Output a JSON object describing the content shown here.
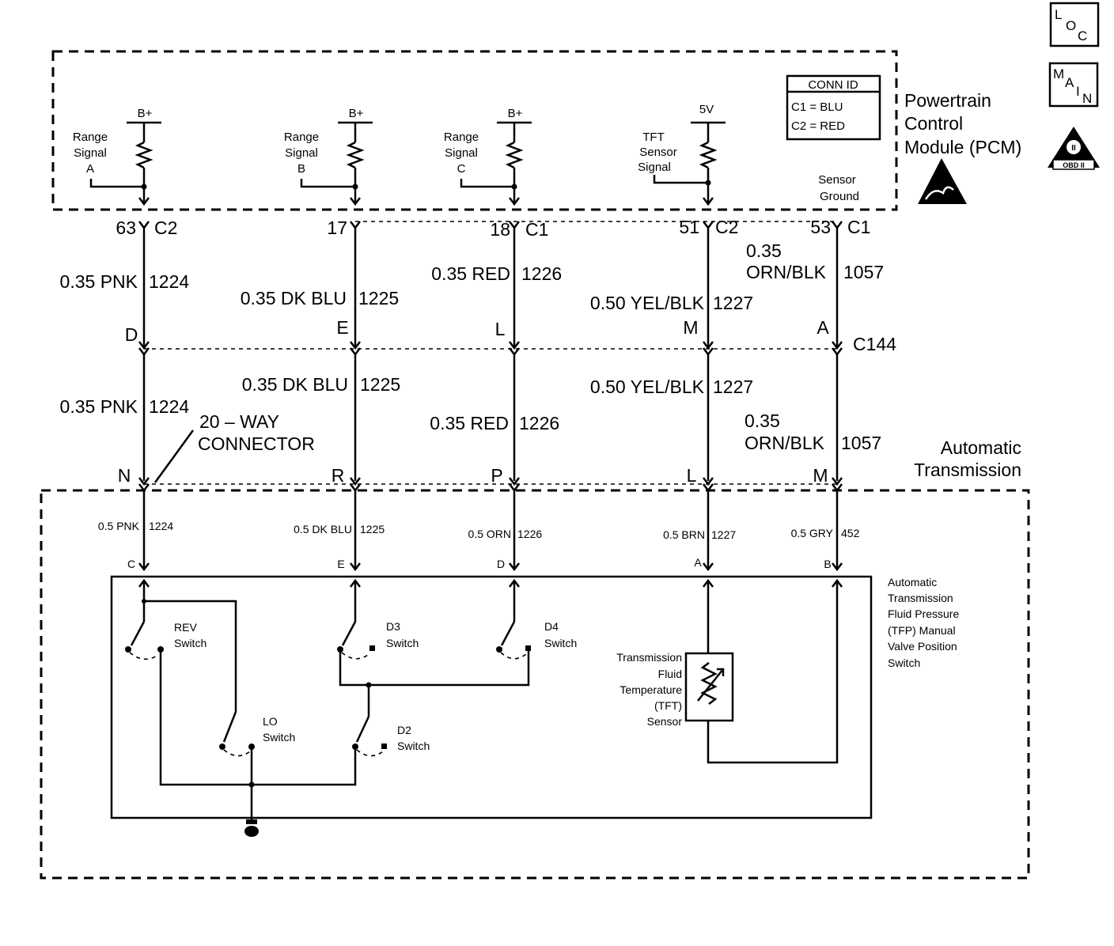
{
  "icons": {
    "loc": [
      "L",
      "O",
      "C"
    ],
    "main": [
      "M",
      "A",
      "I",
      "N"
    ],
    "obd": {
      "numeral": "II",
      "label": "OBD II"
    }
  },
  "pcm": {
    "title_lines": [
      "Powertrain",
      "Control",
      "Module (PCM)"
    ],
    "conn_id": {
      "header": "CONN ID",
      "rows": [
        "C1 = BLU",
        "C2 = RED"
      ]
    },
    "inputs": [
      {
        "supply": "B+",
        "label_lines": [
          "Range",
          "Signal",
          "A"
        ]
      },
      {
        "supply": "B+",
        "label_lines": [
          "Range",
          "Signal",
          "B"
        ]
      },
      {
        "supply": "B+",
        "label_lines": [
          "Range",
          "Signal",
          "C"
        ]
      },
      {
        "supply": "5V",
        "label_lines": [
          "TFT",
          "Sensor",
          "Signal"
        ]
      }
    ],
    "sensor_ground_lines": [
      "Sensor",
      "Ground"
    ]
  },
  "pcm_pins": [
    {
      "pin": "63",
      "conn": "C2"
    },
    {
      "pin": "17",
      "conn": ""
    },
    {
      "pin": "18",
      "conn": "C1"
    },
    {
      "pin": "51",
      "conn": "C2"
    },
    {
      "pin": "53",
      "conn": "C1"
    }
  ],
  "upper_wires": [
    {
      "gauge_color": "0.35 PNK",
      "circuit": "1224"
    },
    {
      "gauge_color": "0.35 DK BLU",
      "circuit": "1225"
    },
    {
      "gauge_color": "0.35 RED",
      "circuit": "1226"
    },
    {
      "gauge_color": "0.50 YEL/BLK",
      "circuit": "1227"
    },
    {
      "gauge_color_lines": [
        "0.35",
        "ORN/BLK"
      ],
      "circuit": "1057"
    }
  ],
  "c144": {
    "name": "C144",
    "pins": [
      "D",
      "E",
      "L",
      "M",
      "A"
    ]
  },
  "lower_wires": [
    {
      "gauge_color": "0.35 PNK",
      "circuit": "1224"
    },
    {
      "gauge_color": "0.35 DK BLU",
      "circuit": "1225"
    },
    {
      "gauge_color": "0.35 RED",
      "circuit": "1226"
    },
    {
      "gauge_color": "0.50 YEL/BLK",
      "circuit": "1227"
    },
    {
      "gauge_color_lines": [
        "0.35",
        "ORN/BLK"
      ],
      "circuit": "1057"
    }
  ],
  "twenty_way": {
    "label_lines": [
      "20 – WAY",
      "CONNECTOR"
    ],
    "pins": [
      "N",
      "R",
      "P",
      "L",
      "M"
    ]
  },
  "transmission": {
    "title_lines": [
      "Automatic",
      "Transmission"
    ],
    "internal_wires": [
      {
        "gauge_color": "0.5 PNK",
        "circuit": "1224"
      },
      {
        "gauge_color": "0.5 DK BLU",
        "circuit": "1225"
      },
      {
        "gauge_color": "0.5 ORN",
        "circuit": "1226"
      },
      {
        "gauge_color": "0.5 BRN",
        "circuit": "1227"
      },
      {
        "gauge_color": "0.5 GRY",
        "circuit": "452"
      }
    ],
    "switch_pins": [
      "C",
      "E",
      "D",
      "A",
      "B"
    ],
    "tfp_label_lines": [
      "Automatic",
      "Transmission",
      "Fluid Pressure",
      "(TFP) Manual",
      "Valve Position",
      "Switch"
    ],
    "switches": [
      {
        "label_lines": [
          "REV",
          "Switch"
        ]
      },
      {
        "label_lines": [
          "D3",
          "Switch"
        ]
      },
      {
        "label_lines": [
          "D4",
          "Switch"
        ]
      },
      {
        "label_lines": [
          "LO",
          "Switch"
        ]
      },
      {
        "label_lines": [
          "D2",
          "Switch"
        ]
      }
    ],
    "tft_label_lines": [
      "Transmission",
      "Fluid",
      "Temperature",
      "(TFT)",
      "Sensor"
    ]
  }
}
